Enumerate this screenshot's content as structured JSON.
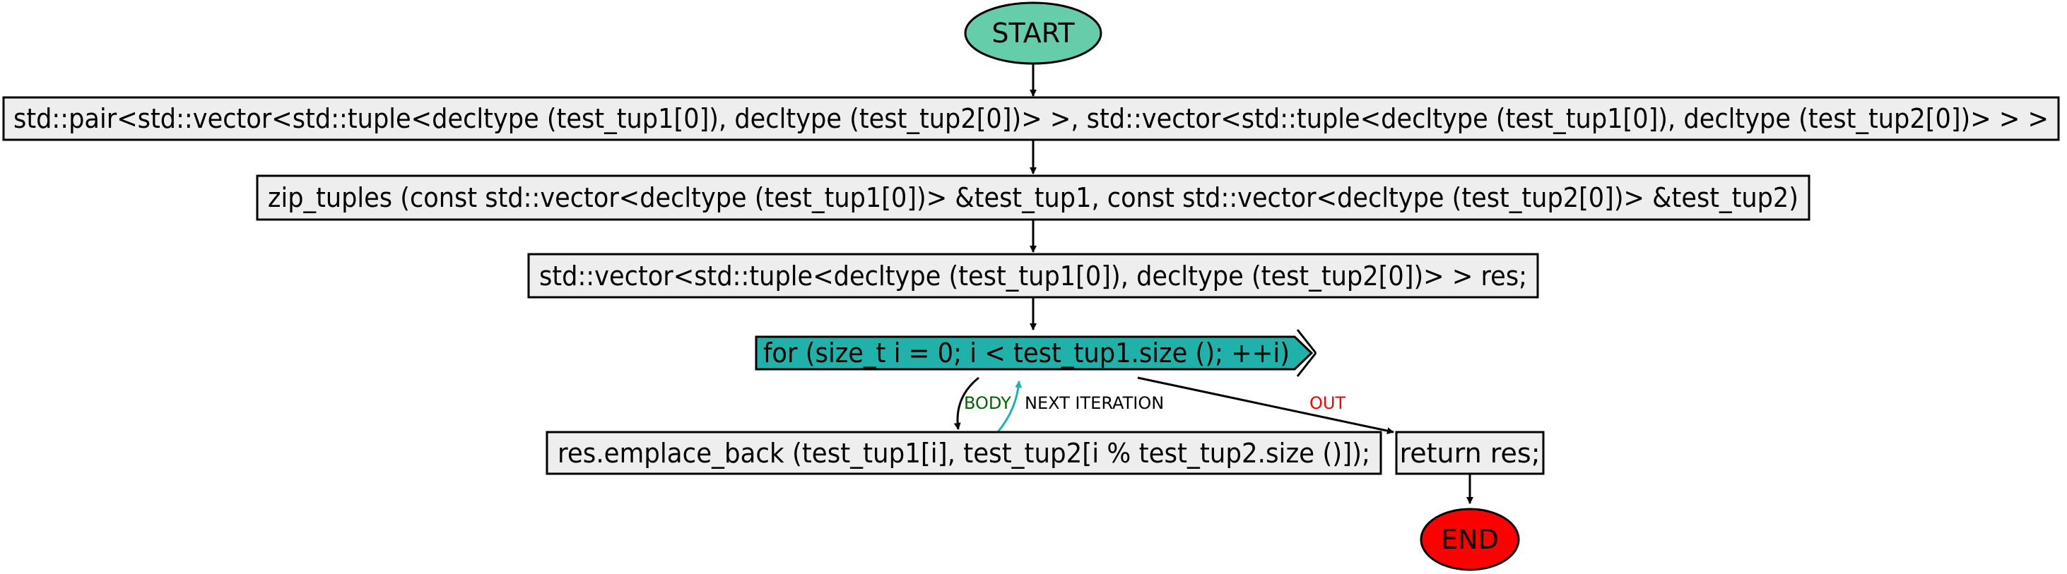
{
  "colors": {
    "start_fill": "#66cdaa",
    "end_fill": "#ff0000",
    "box_fill": "#eeeeee",
    "loop_fill": "#20b2aa",
    "stroke": "#000000",
    "body_label": "#006400",
    "out_label": "#ff0000",
    "next_arrow": "#20b2aa"
  },
  "nodes": {
    "start": "START",
    "signature_return": "std::pair<std::vector<std::tuple<decltype (test_tup1[0]), decltype (test_tup2[0])> >, std::vector<std::tuple<decltype (test_tup1[0]), decltype (test_tup2[0])> > >",
    "signature_params": "zip_tuples (const std::vector<decltype (test_tup1[0])> &test_tup1, const std::vector<decltype (test_tup2[0])> &test_tup2)",
    "decl_res": "std::vector<std::tuple<decltype (test_tup1[0]), decltype (test_tup2[0])> > res;",
    "for_loop": "for (size_t i = 0; i < test_tup1.size (); ++i)",
    "emplace": "res.emplace_back (test_tup1[i], test_tup2[i % test_tup2.size ()]);",
    "return": "return res;",
    "end": "END"
  },
  "edges": {
    "body": "BODY",
    "next": "NEXT ITERATION",
    "out": "OUT"
  }
}
